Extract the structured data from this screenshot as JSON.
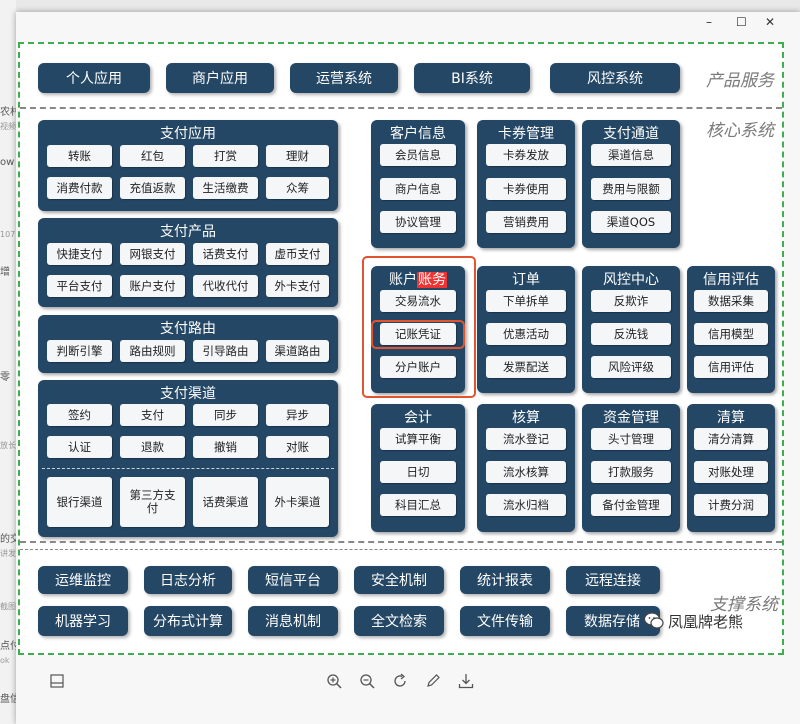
{
  "window": {
    "minimize": "–",
    "maximize": "☐",
    "close": "✕"
  },
  "bg_strip": [
    "农村",
    "视频",
    "ow",
    "107",
    "增",
    "零",
    "放长",
    "的交",
    "讲发",
    "截图",
    "点付",
    "ok",
    "盘信"
  ],
  "layers": {
    "product": "产品服务",
    "core": "核心系统",
    "support": "支撑系统"
  },
  "product": [
    "个人应用",
    "商户应用",
    "运营系统",
    "BI系统",
    "风控系统"
  ],
  "left_panels": [
    {
      "title": "支付应用",
      "rows": [
        [
          "转账",
          "红包",
          "打赏",
          "理财"
        ],
        [
          "消费付款",
          "充值返款",
          "生活缴费",
          "众筹"
        ]
      ]
    },
    {
      "title": "支付产品",
      "rows": [
        [
          "快捷支付",
          "网银支付",
          "话费支付",
          "虚币支付"
        ],
        [
          "平台支付",
          "账户支付",
          "代收代付",
          "外卡支付"
        ]
      ]
    },
    {
      "title": "支付路由",
      "rows": [
        [
          "判断引擎",
          "路由规则",
          "引导路由",
          "渠道路由"
        ]
      ]
    },
    {
      "title": "支付渠道",
      "rows": [
        [
          "签约",
          "支付",
          "同步",
          "异步"
        ],
        [
          "认证",
          "退款",
          "撤销",
          "对账"
        ],
        [
          "银行渠道",
          "第三方支付",
          "话费渠道",
          "外卡渠道"
        ]
      ]
    }
  ],
  "core_row1": [
    {
      "title": "客户信息",
      "items": [
        "会员信息",
        "商户信息",
        "协议管理"
      ]
    },
    {
      "title": "卡券管理",
      "items": [
        "卡券发放",
        "卡券使用",
        "营销费用"
      ]
    },
    {
      "title": "支付通道",
      "items": [
        "渠道信息",
        "费用与限额",
        "渠道QOS"
      ]
    }
  ],
  "core_row2": [
    {
      "title_a": "账户",
      "title_b": "账务",
      "items": [
        "交易流水",
        "记账凭证",
        "分户账户"
      ]
    },
    {
      "title": "订单",
      "items": [
        "下单拆单",
        "优惠活动",
        "发票配送"
      ]
    },
    {
      "title": "风控中心",
      "items": [
        "反欺诈",
        "反洗钱",
        "风险评级"
      ]
    },
    {
      "title": "信用评估",
      "items": [
        "数据采集",
        "信用模型",
        "信用评估"
      ]
    }
  ],
  "core_row3": [
    {
      "title": "会计",
      "items": [
        "试算平衡",
        "日切",
        "科目汇总"
      ]
    },
    {
      "title": "核算",
      "items": [
        "流水登记",
        "流水核算",
        "流水归档"
      ]
    },
    {
      "title": "资金管理",
      "items": [
        "头寸管理",
        "打款服务",
        "备付金管理"
      ]
    },
    {
      "title": "清算",
      "items": [
        "清分清算",
        "对账处理",
        "计费分润"
      ]
    }
  ],
  "support_row1": [
    "运维监控",
    "日志分析",
    "短信平台",
    "安全机制",
    "统计报表",
    "远程连接"
  ],
  "support_row2": [
    "机器学习",
    "分布式计算",
    "消息机制",
    "全文检索",
    "文件传输",
    "数据存储"
  ],
  "watermark": "凤凰牌老熊",
  "watermark_icon": "wechat-icon",
  "toolbar": [
    "zoom-in-icon",
    "zoom-out-icon",
    "rotate-icon",
    "edit-icon",
    "download-icon"
  ],
  "colors": {
    "panel": "#244766",
    "dashed_border": "#3fae4f",
    "highlight": "#e2542f"
  }
}
